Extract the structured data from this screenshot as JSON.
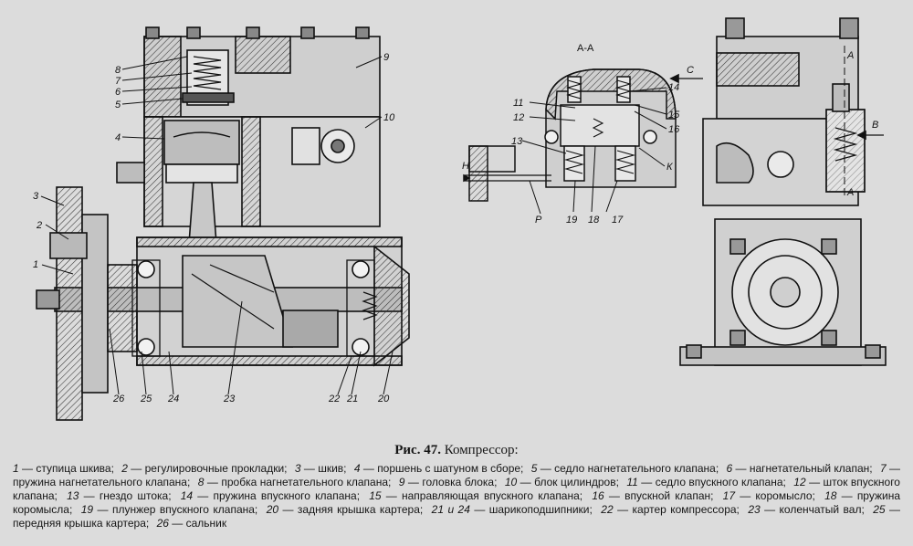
{
  "figure": {
    "caption_label": "Рис. 47.",
    "caption_title": "Компрессор:",
    "section_title": "А-А",
    "callouts_left": [
      "1",
      "2",
      "3",
      "4",
      "5",
      "6",
      "7",
      "8",
      "9",
      "10",
      "20",
      "21",
      "22",
      "23",
      "24",
      "25",
      "26"
    ],
    "callouts_mid": [
      "11",
      "12",
      "13",
      "14",
      "15",
      "16",
      "17",
      "18",
      "19",
      "К",
      "Р",
      "Н"
    ],
    "callouts_right": [
      "С",
      "В",
      "А",
      "А"
    ]
  },
  "legend": [
    {
      "num": "1",
      "text": "ступица шкива;"
    },
    {
      "num": "2",
      "text": "регулировочные прокладки;"
    },
    {
      "num": "3",
      "text": "шкив;"
    },
    {
      "num": "4",
      "text": "поршень с шатуном в сборе;"
    },
    {
      "num": "5",
      "text": "седло нагнетательного клапана;"
    },
    {
      "num": "6",
      "text": "нагнетательный клапан;"
    },
    {
      "num": "7",
      "text": "пружина нагнетательного клапана;"
    },
    {
      "num": "8",
      "text": "пробка нагнетательного клапана;"
    },
    {
      "num": "9",
      "text": "головка блока;"
    },
    {
      "num": "10",
      "text": "блок цилиндров;"
    },
    {
      "num": "11",
      "text": "седло впускного клапана;"
    },
    {
      "num": "12",
      "text": "шток впускного клапана;"
    },
    {
      "num": "13",
      "text": "гнездо штока;"
    },
    {
      "num": "14",
      "text": "пружина впускного клапана;"
    },
    {
      "num": "15",
      "text": "направляющая впускного клапана;"
    },
    {
      "num": "16",
      "text": "впускной клапан;"
    },
    {
      "num": "17",
      "text": "коромысло;"
    },
    {
      "num": "18",
      "text": "пружина коромысла;"
    },
    {
      "num": "19",
      "text": "плунжер впускного клапана;"
    },
    {
      "num": "20",
      "text": "задняя крышка картера;"
    },
    {
      "num": "21 и 24",
      "text": "шарикоподшипники;"
    },
    {
      "num": "22",
      "text": "картер компрессора;"
    },
    {
      "num": "23",
      "text": "коленчатый вал;"
    },
    {
      "num": "25",
      "text": "передняя крышка картера;"
    },
    {
      "num": "26",
      "text": "сальник"
    }
  ]
}
